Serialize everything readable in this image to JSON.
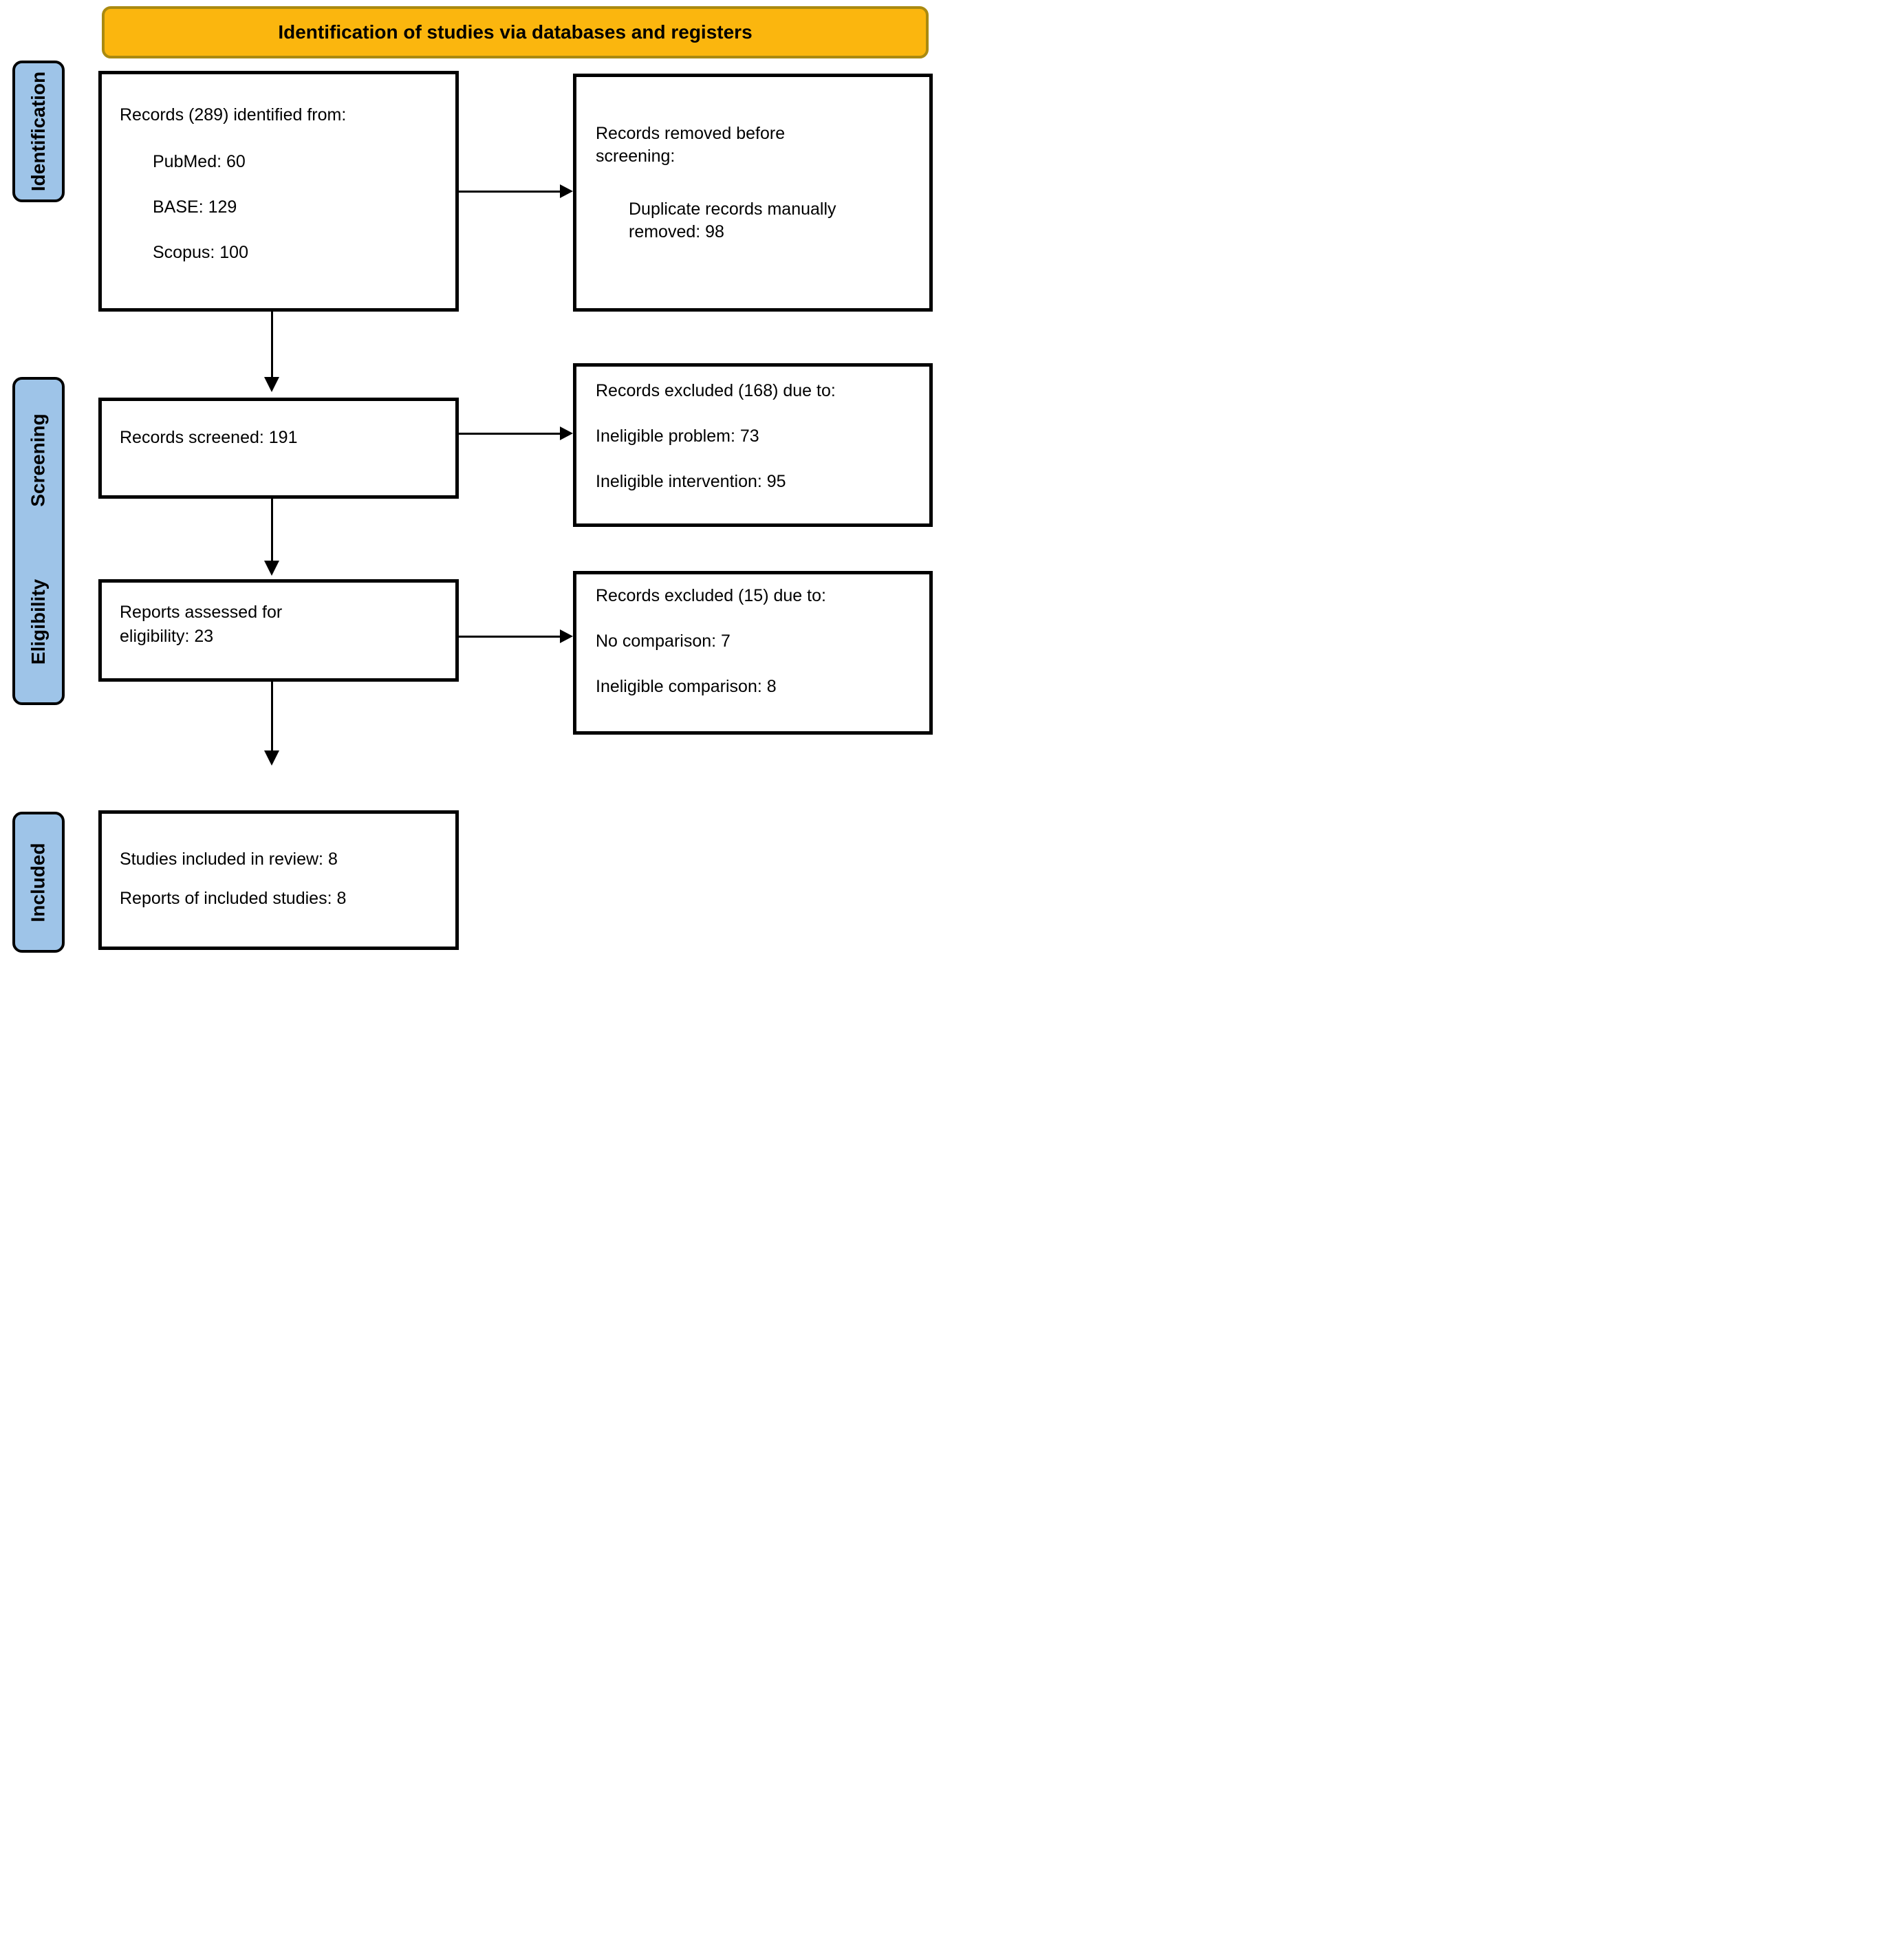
{
  "banner": {
    "title": "Identification of studies via databases and registers"
  },
  "colors": {
    "banner_bg": "#FBB60E",
    "banner_border": "#AA8A10",
    "stage_bg": "#9EC4E8",
    "diagram_fg": "#000000"
  },
  "stages": {
    "identification": "Identification",
    "screening": "Screening",
    "eligibility": "Eligibility",
    "included": "Included"
  },
  "boxes": {
    "identified": {
      "title": "Records (289) identified from:",
      "items": [
        "PubMed: 60",
        "BASE: 129",
        "Scopus: 100"
      ]
    },
    "removed": {
      "title": "Records removed before screening:",
      "items": [
        "Duplicate records manually removed: 98"
      ]
    },
    "screened": {
      "title": "Records screened: 191"
    },
    "excluded_screening": {
      "title": "Records excluded (168) due to:",
      "items": [
        "Ineligible problem: 73",
        "Ineligible intervention: 95"
      ]
    },
    "assessed": {
      "title": "Reports assessed for eligibility: 23"
    },
    "excluded_eligibility": {
      "title": "Records excluded (15) due to:",
      "items": [
        "No comparison: 7",
        "Ineligible comparison: 8"
      ]
    },
    "included": {
      "items": [
        "Studies included in review: 8",
        "Reports of included studies: 8"
      ]
    }
  }
}
